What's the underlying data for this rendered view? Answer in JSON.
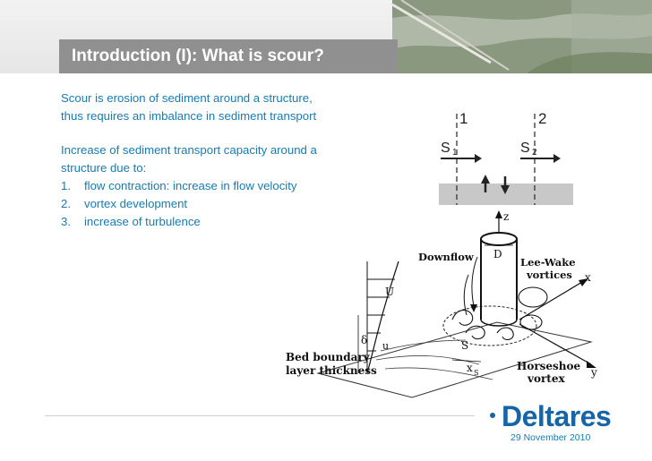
{
  "slide": {
    "title": "Introduction (I): What is scour?",
    "paragraph1_line1": "Scour is erosion of sediment around a structure,",
    "paragraph1_line2": "thus requires an imbalance in sediment transport",
    "paragraph2_line1": "Increase of sediment transport capacity around a",
    "paragraph2_line2": "structure due to:",
    "list": [
      {
        "num": "1.",
        "text": "flow contraction: increase in flow velocity"
      },
      {
        "num": "2.",
        "text": "vortex development"
      },
      {
        "num": "3.",
        "text": "increase of turbulence"
      }
    ]
  },
  "diagram_top": {
    "label_1": "1",
    "label_2": "2",
    "label_s1": "S",
    "label_s1_sub": "1",
    "label_s2": "S",
    "label_s2_sub": "2"
  },
  "diagram_main": {
    "z": "z",
    "x": "x",
    "y": "y",
    "d": "D",
    "downflow": "Downflow",
    "lee_wake_1": "Lee-Wake",
    "lee_wake_2": "vortices",
    "u_upper": "U",
    "u_lower": "u",
    "delta": "δ",
    "s": "S",
    "xs": "x",
    "xs_sub": "S",
    "bed_1": "Bed boundary",
    "bed_2": "layer thickness",
    "horseshoe_1": "Horseshoe",
    "horseshoe_2": "vortex"
  },
  "footer": {
    "logo": "Deltares",
    "date": "29 November 2010"
  },
  "colors": {
    "body_text": "#1a7ab0",
    "title_bar": "#909090",
    "logo_blue": "#1565a7"
  }
}
